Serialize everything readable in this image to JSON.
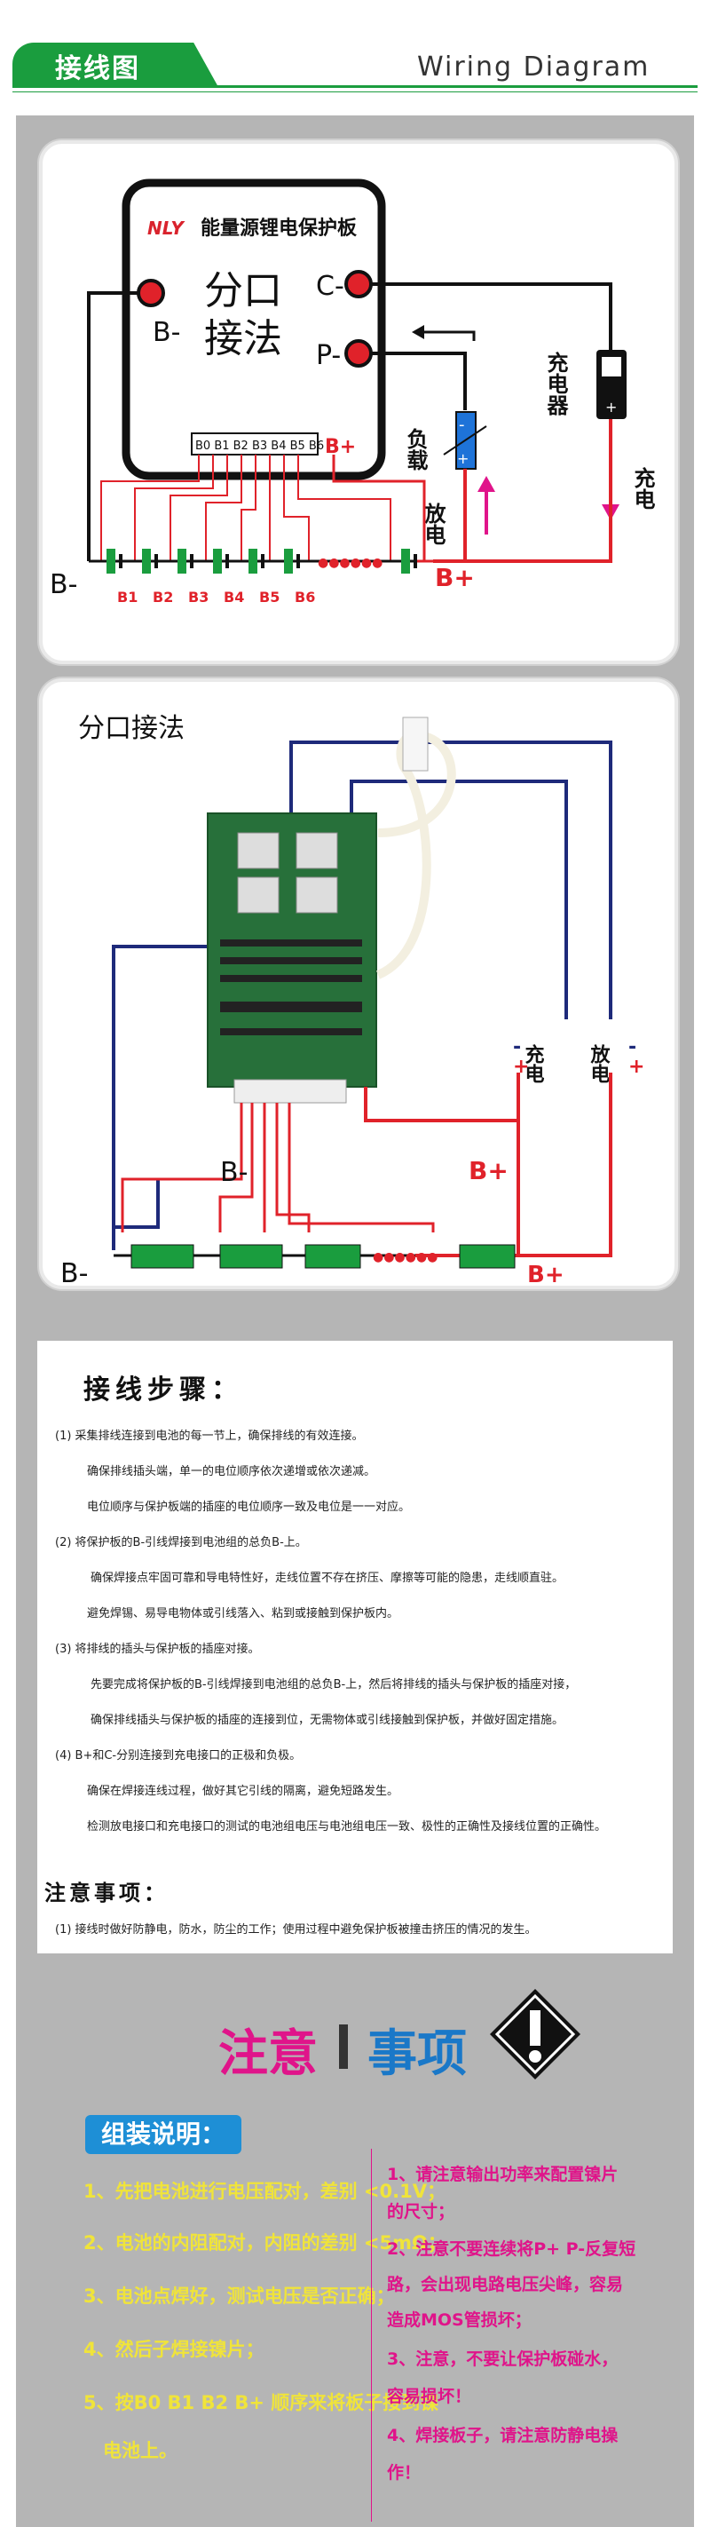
{
  "header": {
    "tab_cn": "接线图",
    "title_en": "Wiring Diagram"
  },
  "diagram1": {
    "board_title": "能量源锂电保护板",
    "logo": "NLY",
    "center_label_1": "分口",
    "center_label_2": "接法",
    "b_minus": "B-",
    "c_minus": "C-",
    "p_minus": "P-",
    "pins": "B0 B1 B2 B3 B4 B5 B6",
    "b_plus_pin": "B+",
    "load": "负载",
    "charger": "充电器",
    "discharge": "放电",
    "charge": "充电",
    "bottom_b_minus": "B-",
    "bottom_b_plus": "B+",
    "cells": [
      "B1",
      "B2",
      "B3",
      "B4",
      "B5",
      "B6"
    ],
    "dots": "●●●●●●"
  },
  "diagram2": {
    "title": "分口接法",
    "b_minus": "B-",
    "b_plus": "B+",
    "bottom_b_minus": "B-",
    "bottom_b_plus": "B+",
    "charge": "充电",
    "discharge": "放电",
    "minus": "-",
    "plus": "+",
    "dots": "●●●●●●"
  },
  "steps": {
    "title": "接线步骤：",
    "lines": [
      "(1) 采集排线连接到电池的每一节上，确保排线的有效连接。",
      "确保排线插头端，单一的电位顺序依次递增或依次递减。",
      "电位顺序与保护板端的插座的电位顺序一致及电位是一一对应。",
      "(2) 将保护板的B-引线焊接到电池组的总负B-上。",
      "确保焊接点牢固可靠和导电特性好，走线位置不存在挤压、摩擦等可能的隐患，走线顺直驻。",
      "避免焊锡、易导电物体或引线落入、粘到或接触到保护板内。",
      "(3) 将排线的插头与保护板的插座对接。",
      "先要完成将保护板的B-引线焊接到电池组的总负B-上，然后将排线的插头与保护板的插座对接，",
      "确保排线插头与保护板的插座的连接到位，无需物体或引线接触到保护板，并做好固定措施。",
      "(4) B+和C-分别连接到充电接口的正极和负极。",
      "确保在焊接连线过程，做好其它引线的隔离，避免短路发生。",
      "检测放电接口和充电接口的测试的电池组电压与电池组电压一致、极性的正确性及接线位置的正确性。"
    ],
    "notes_title": "注意事项：",
    "notes": [
      "(1) 接线时做好防静电，防水，防尘的工作；使用过程中避免保护板被撞击挤压的情况的发生。"
    ]
  },
  "notice": {
    "title_pink": "注意",
    "title_blue": "事项",
    "assembly_label": "组装说明：",
    "assembly_items": [
      "1、先把电池进行电压配对，差别 <0.1V；",
      "2、电池的内阻配对，内阻的差别 <5mΩ；",
      "3、电池点焊好，测试电压是否正确；",
      "4、然后子焊接镍片；",
      "5、按B0  B1  B2  B+ 顺序来将板子接到镍",
      "电池上。"
    ],
    "warnings": [
      "1、请注意输出功率来配置镍片",
      "的尺寸；",
      "2、注意不要连续将P+ P-反复短",
      "路，会出现电路电压尖峰，容易",
      "造成MOS管损坏；",
      "3、注意，不要让保护板碰水，",
      "容易损坏！",
      "4、焊接板子，请注意防静电操",
      "作！"
    ]
  },
  "colors": {
    "green": "#1a9d3e",
    "red": "#e0222a",
    "navy": "#1e2a7a",
    "pink": "#e0148a",
    "blue": "#1a78c8"
  }
}
